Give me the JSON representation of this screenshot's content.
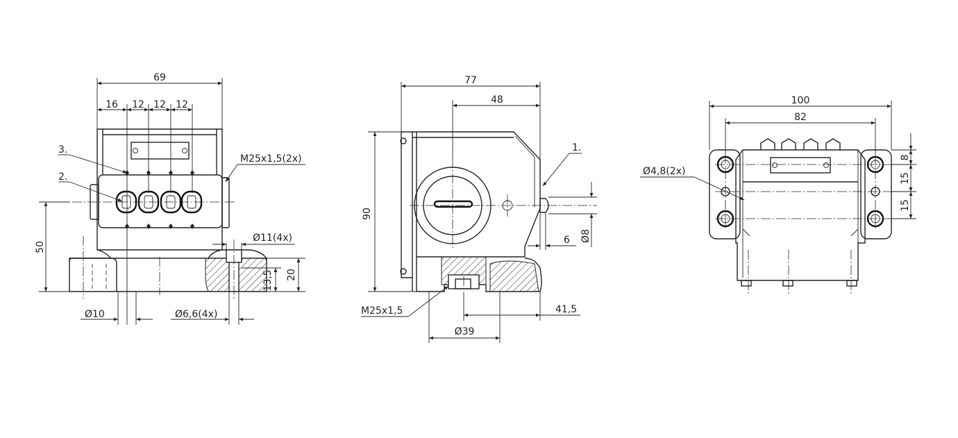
{
  "front_view": {
    "dim_overall_width": "69",
    "dim_first_spacing": "16",
    "dim_spacing_1": "12",
    "dim_spacing_2": "12",
    "dim_spacing_3": "12",
    "callout_3": "3.",
    "callout_2": "2.",
    "thread_label": "M25x1,5(2x)",
    "dim_height": "50",
    "dim_bore_dia": "Ø11(4x)",
    "dim_13_5": "13,5",
    "dim_20": "20",
    "dim_dia_10": "Ø10",
    "dim_hole_dia": "Ø6,6(4x)"
  },
  "side_view": {
    "dim_77": "77",
    "dim_48": "48",
    "callout_1": "1.",
    "dim_90": "90",
    "dim_6": "6",
    "dim_dia_8": "Ø8",
    "thread_label": "M25x1,5",
    "dim_41_5": "41,5",
    "dim_dia_39": "Ø39"
  },
  "rear_view": {
    "dim_100": "100",
    "dim_82": "82",
    "dim_hole_dia": "Ø4,8(2x)",
    "dim_8": "8",
    "dim_15_a": "15",
    "dim_15_b": "15"
  }
}
